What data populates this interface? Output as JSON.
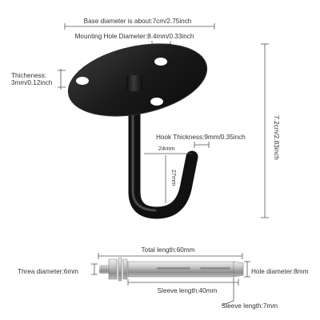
{
  "labels": {
    "base_diameter": "Base diameter is about:7cm/2.75inch",
    "mounting_hole": "Mounting Hole Diameter:8.4mm/0.33inch",
    "thickness_title": "Thicheness:",
    "thickness_value": "3mm/0.12inch",
    "height": "7.2cm/2.83inch",
    "hook_thickness": "Hook Thickness:9mm/0.35inch",
    "hook_width": "24mm",
    "hook_depth": "27mm",
    "total_length": "Total length:60mm",
    "thread_diameter": "Threa diameter:6mm",
    "hole_diameter": "Hole diameter:8mm",
    "sleeve_length": "Sleeve length:40mm",
    "sleeve_thickness": "Sleeve length:7mm"
  },
  "colors": {
    "hook": "#141414",
    "hook_highlight": "#4a4a4a",
    "bolt_metal": "#b8b8b8",
    "dimension_line": "#555555",
    "text": "#333333"
  },
  "icons": {
    "hook": "ceiling-hook-icon",
    "bolt": "expansion-bolt-icon"
  }
}
